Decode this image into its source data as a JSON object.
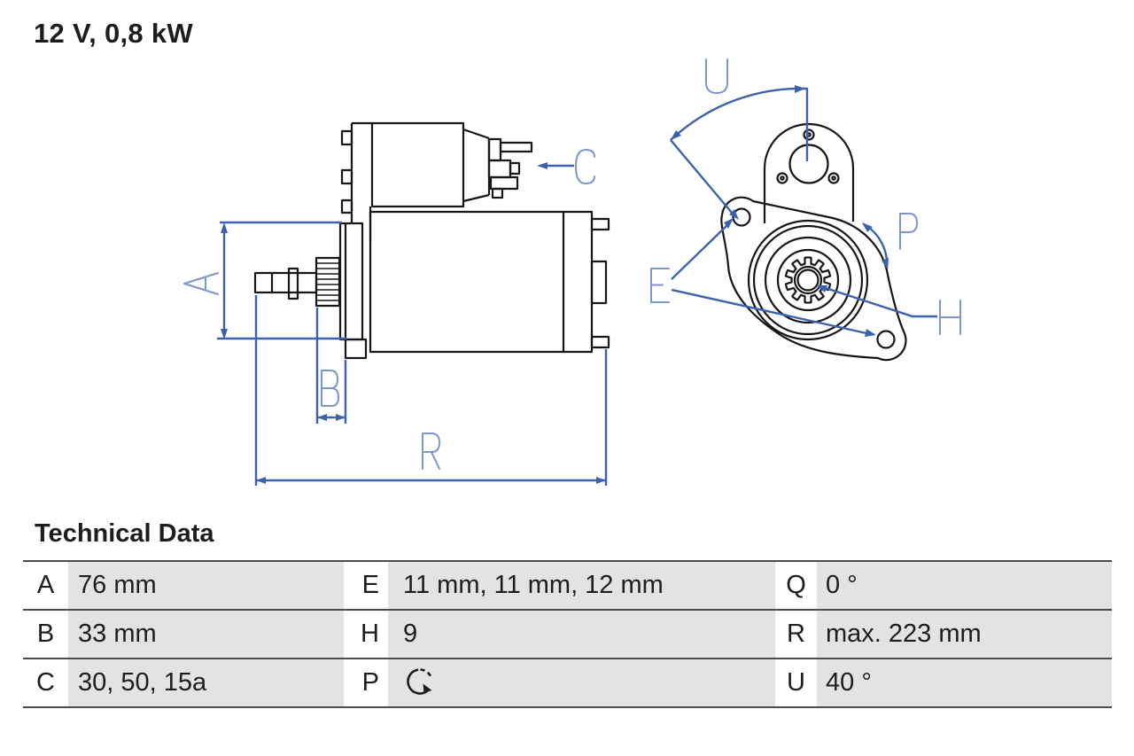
{
  "title": "12 V, 0,8 kW",
  "section": {
    "heading": "Technical Data"
  },
  "dimension_labels": {
    "A": "A",
    "B": "B",
    "C": "C",
    "R": "R",
    "U": "U",
    "P": "P",
    "E": "E",
    "H": "H"
  },
  "diagram": {
    "side_view_name": "starter-motor-side-view",
    "front_view_name": "starter-motor-front-view"
  },
  "colors": {
    "dimension_line": "#3a62ae",
    "dimension_label": "#7e95cd",
    "drawing_line": "#161616",
    "table_cell_gray": "#e3e3e2",
    "table_rule": "#4c4c4c",
    "text": "#1d1d1b"
  },
  "table": {
    "rows": [
      {
        "cells": [
          {
            "key": "A",
            "value": "76 mm"
          },
          {
            "key": "E",
            "value": "11 mm, 11 mm, 12 mm"
          },
          {
            "key": "Q",
            "value": "0 °"
          }
        ]
      },
      {
        "cells": [
          {
            "key": "B",
            "value": "33 mm"
          },
          {
            "key": "H",
            "value": "9"
          },
          {
            "key": "R",
            "value": "max. 223 mm"
          }
        ]
      },
      {
        "cells": [
          {
            "key": "C",
            "value": "30, 50, 15a"
          },
          {
            "key": "P",
            "value": "",
            "icon": "rotation-clockwise-icon"
          },
          {
            "key": "U",
            "value": "40 °"
          }
        ]
      }
    ]
  }
}
